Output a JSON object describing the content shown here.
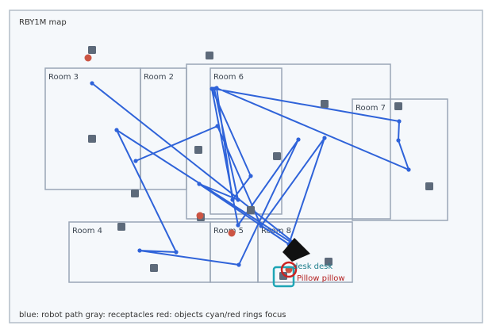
{
  "title": "RBY1M map",
  "legend": "blue: robot path gray: receptacles red: objects cyan/red rings focus",
  "colors": {
    "background": "#f5f8fb",
    "frame": "#b3bdc8",
    "room": "#9aa6b6",
    "room_label": "#3c4652",
    "path": "#2f63d9",
    "receptacle": "#5d6a7a",
    "object": "#cc5544",
    "focus_ring_cyan": "#1ea5b5",
    "focus_ring_red": "#cc2222",
    "label_cyan": "#1d7d8c",
    "label_red": "#b31f1f",
    "robot": "#111111"
  },
  "rooms": [
    {
      "name": "Room 3"
    },
    {
      "name": "Room 2"
    },
    {
      "name": "Room 6"
    },
    {
      "name": "Room 7"
    },
    {
      "name": "Room 4"
    },
    {
      "name": "Room 5"
    },
    {
      "name": "Room 8"
    }
  ],
  "focus_labels": {
    "receptacle": "desk desk",
    "object": "Pillow pillow"
  }
}
